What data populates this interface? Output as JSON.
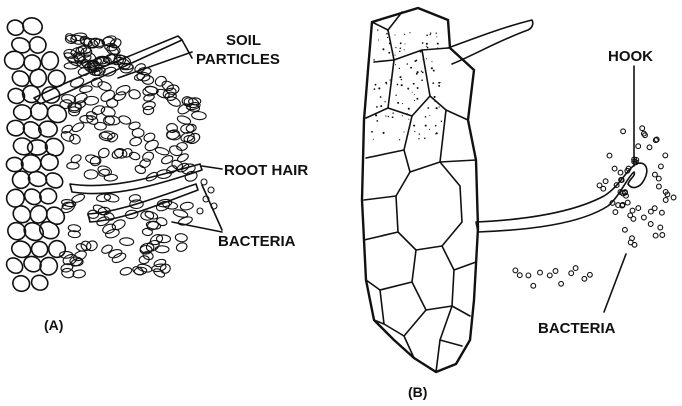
{
  "figure_a": {
    "label_soil": "SOIL",
    "label_particles": "PARTICLES",
    "label_root_hair": "ROOT HAIR",
    "label_bacteria": "BACTERIA",
    "caption": "(A)"
  },
  "figure_b": {
    "label_hook": "HOOK",
    "label_bacteria": "BACTERIA",
    "caption": "(B)"
  }
}
